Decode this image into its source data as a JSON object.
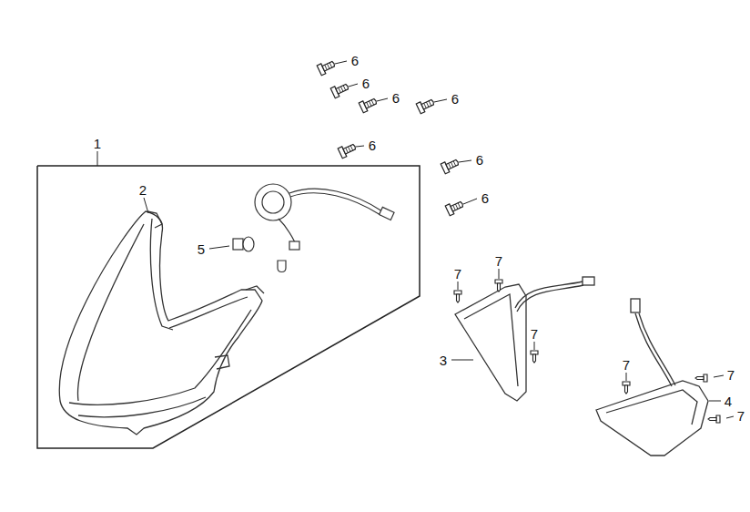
{
  "diagram": {
    "nodes": [
      {
        "text": [
          "1"
        ]
      }
    ],
    "labels": [
      "6",
      "6",
      "6",
      "6",
      "6",
      "6",
      "6",
      "2",
      "5",
      "7",
      "7",
      "7",
      "7",
      "7",
      "7",
      "3",
      "4"
    ]
  }
}
